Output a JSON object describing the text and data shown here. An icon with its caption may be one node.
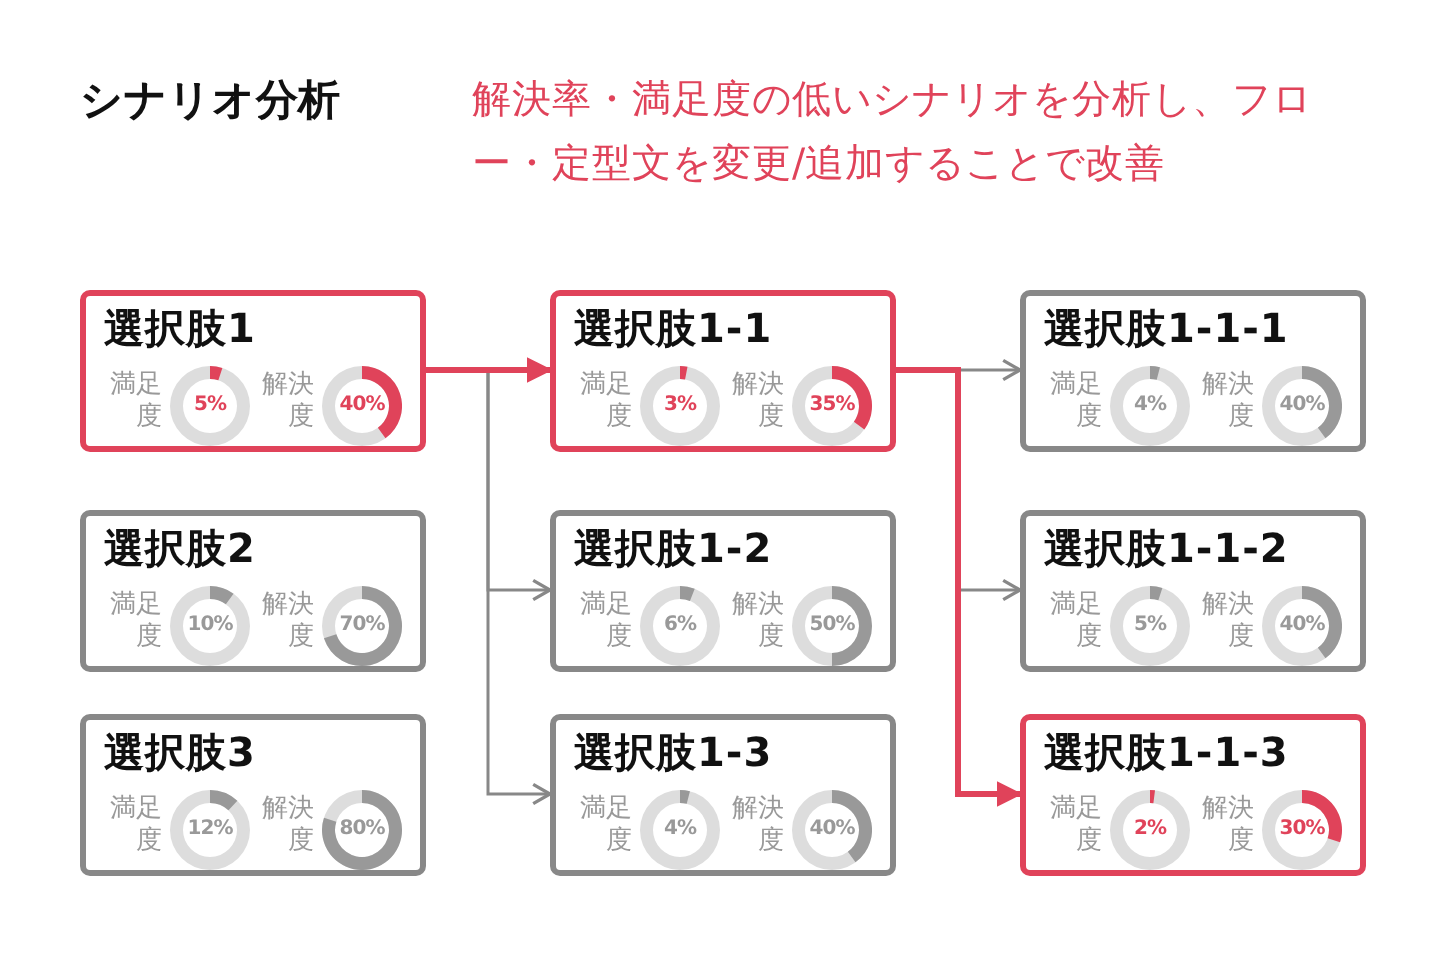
{
  "diagram": {
    "title": "シナリオ分析",
    "nodes": [
      {
        "text": [
          "選択肢1",
          "満足度",
          "5%",
          "解決度",
          "40%"
        ]
      },
      {
        "text": [
          "選択肢2",
          "満足度",
          "10%",
          "解決度",
          "70%"
        ]
      },
      {
        "text": [
          "選択肢3",
          "満足度",
          "12%",
          "解決度",
          "80%"
        ]
      },
      {
        "text": [
          "選択肢1-1",
          "満足度",
          "3%",
          "解決度",
          "35%"
        ]
      },
      {
        "text": [
          "選択肢1-2",
          "満足度",
          "6%",
          "解決度",
          "50%"
        ]
      },
      {
        "text": [
          "選択肢1-3",
          "満足度",
          "4%",
          "解決度",
          "40%"
        ]
      },
      {
        "text": [
          "選択肢1-1-1",
          "満足度",
          "4%",
          "解決度",
          "40%"
        ]
      },
      {
        "text": [
          "選択肢1-1-2",
          "満足度",
          "5%",
          "解決度",
          "40%"
        ]
      },
      {
        "text": [
          "選択肢1-1-3",
          "満足度",
          "2%",
          "解決度",
          "30%"
        ]
      }
    ],
    "edges": [
      {
        "from": 0,
        "to": 4,
        "arrow": "to"
      },
      {
        "from": 0,
        "to": 5,
        "arrow": "to"
      },
      {
        "from": 3,
        "to": 6,
        "arrow": "to"
      },
      {
        "from": 3,
        "to": 7,
        "arrow": "to"
      },
      {
        "from": 0,
        "to": 3,
        "arrow": "to",
        "style": "thick",
        "color": "#e0435a"
      },
      {
        "from": 3,
        "to": 8,
        "arrow": "to",
        "style": "thick",
        "color": "#e0435a"
      }
    ],
    "labels": [
      "解決率・満足度の低いシナリオを分析し、フロー・定型文を変更/追加することで改善"
    ]
  }
}
